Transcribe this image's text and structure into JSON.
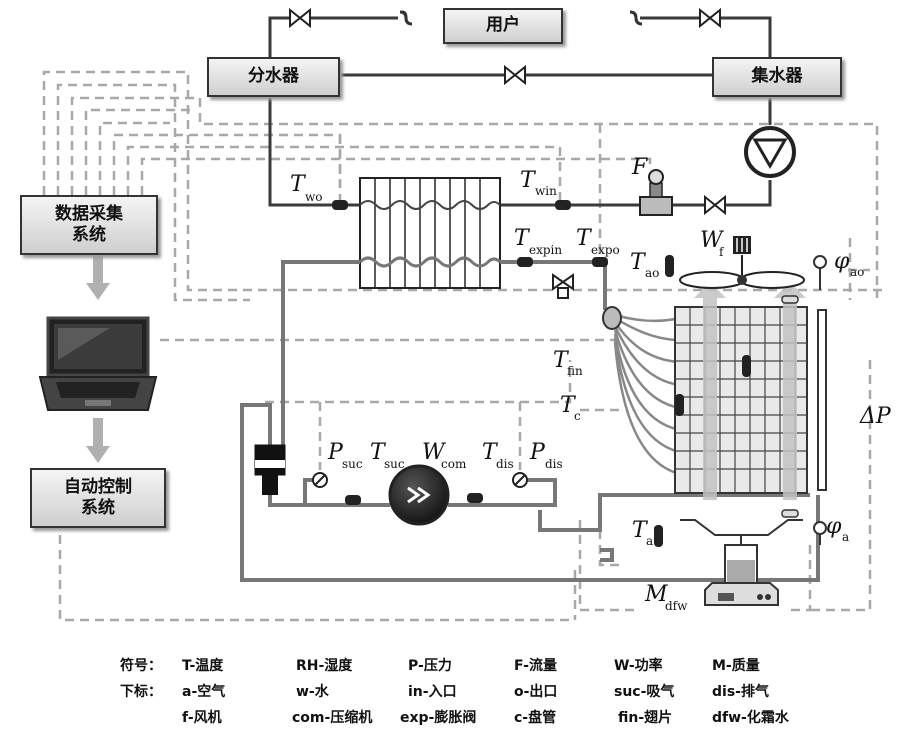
{
  "boxes": {
    "user": "用户",
    "distributor": "分水器",
    "collector": "集水器",
    "daq_line1": "数据采集",
    "daq_line2": "系统",
    "control_line1": "自动控制",
    "control_line2": "系统"
  },
  "labels": {
    "t_wo": {
      "main": "T",
      "sub": "wo"
    },
    "t_win": {
      "main": "T",
      "sub": "win"
    },
    "f": {
      "main": "F",
      "sub": ""
    },
    "t_expin": {
      "main": "T",
      "sub": "expin"
    },
    "t_expo": {
      "main": "T",
      "sub": "expo"
    },
    "w_f": {
      "main": "W",
      "sub": "f"
    },
    "t_ao": {
      "main": "T",
      "sub": "ao"
    },
    "phi_ao": {
      "main": "φ",
      "sub": "ao"
    },
    "t_fin": {
      "main": "T",
      "sub": "fin"
    },
    "t_c": {
      "main": "T",
      "sub": "c"
    },
    "delta_p": {
      "main": "ΔP",
      "sub": ""
    },
    "p_suc": {
      "main": "P",
      "sub": "suc"
    },
    "t_suc": {
      "main": "T",
      "sub": "suc"
    },
    "w_com": {
      "main": "W",
      "sub": "com"
    },
    "t_dis": {
      "main": "T",
      "sub": "dis"
    },
    "p_dis": {
      "main": "P",
      "sub": "dis"
    },
    "t_a": {
      "main": "T",
      "sub": "a"
    },
    "phi_a": {
      "main": "φ",
      "sub": "a"
    },
    "m_dfw": {
      "main": "M",
      "sub": "dfw"
    }
  },
  "legend": {
    "row1": [
      "符号：",
      "T-温度",
      "RH-湿度",
      "P-压力",
      "F-流量",
      "W-功率",
      "M-质量"
    ],
    "row2": [
      "下标：",
      "a-空气",
      "w-水",
      "in-入口",
      "o-出口",
      "suc-吸气",
      "dis-排气"
    ],
    "row3": [
      "",
      "f-风机",
      "com-压缩机",
      "exp-膨胀阀",
      "c-盘管",
      "fin-翅片",
      "dfw-化霜水"
    ]
  },
  "colors": {
    "pipe": "#3a3a3a",
    "refrigerant": "#777777",
    "dashed": "#a8a8a8",
    "arrow": "#b0b0b0"
  }
}
